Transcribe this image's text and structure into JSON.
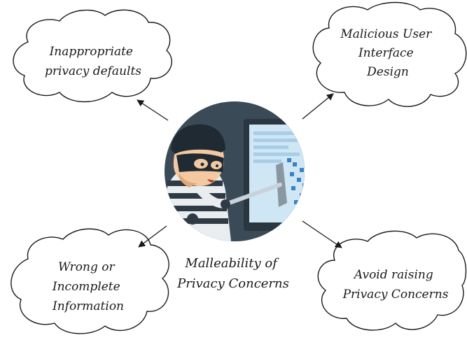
{
  "center": {
    "label_lines": [
      "Malleability of",
      "Privacy Concerns"
    ],
    "illustration": "hacker-at-computer-icon"
  },
  "nodes": [
    {
      "id": "top-left",
      "lines": [
        "Inappropriate",
        "privacy defaults"
      ]
    },
    {
      "id": "top-right",
      "lines": [
        "Malicious User",
        "Interface",
        "Design"
      ]
    },
    {
      "id": "bottom-left",
      "lines": [
        "Wrong or",
        "Incomplete",
        "Information"
      ]
    },
    {
      "id": "bottom-right",
      "lines": [
        "Avoid raising",
        "Privacy Concerns"
      ]
    }
  ],
  "colors": {
    "ink": "#1a1a1a",
    "circle_bg": "#3a4a56",
    "screen": "#cfe6f5",
    "code": "#3b82c4"
  }
}
